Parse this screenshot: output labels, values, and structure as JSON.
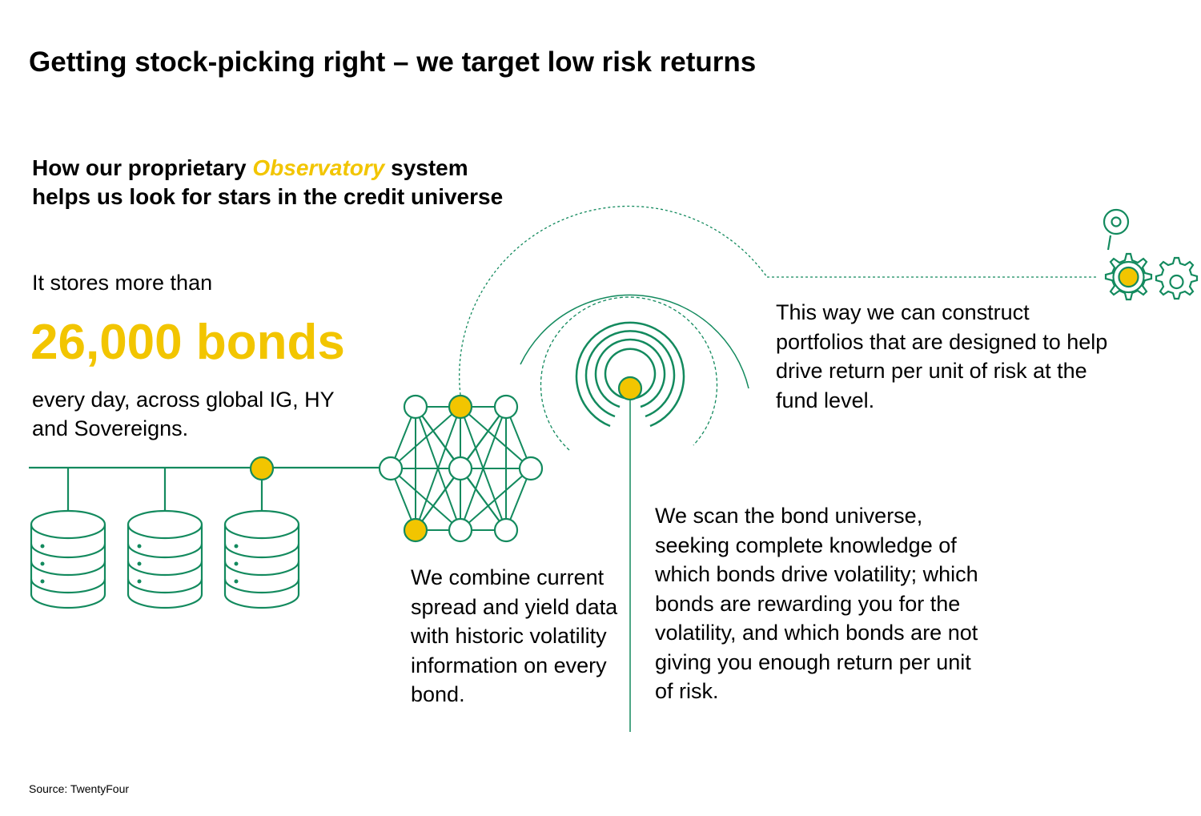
{
  "header": {
    "title": "Getting stock-picking right – we target low risk returns"
  },
  "subtitle": {
    "part1": "How our proprietary ",
    "highlight": "Observatory",
    "part2": " system",
    "line2": "helps us look for stars in the credit universe"
  },
  "stores": {
    "intro": "It stores more than",
    "number": "26,000 bonds",
    "detail": "every day, across global IG, HY and Sovereigns."
  },
  "combine": {
    "text": "We combine current spread and yield data with historic volatility information on every bond."
  },
  "scan": {
    "text": "We scan the bond universe, seeking complete knowledge of which bonds drive volatility; which bonds are rewarding you for the volatility, and which bonds are not giving you enough return per unit of risk."
  },
  "portfolio": {
    "text": "This way we can construct portfolios that are designed to help drive return per unit of risk at the fund level."
  },
  "footer": {
    "source": "Source: TwentyFour"
  },
  "colors": {
    "green": "#138a5e",
    "yellow": "#f2c500",
    "text": "#000000"
  },
  "icons": [
    "database-icon",
    "network-icon",
    "radar-icon",
    "gears-icon"
  ]
}
